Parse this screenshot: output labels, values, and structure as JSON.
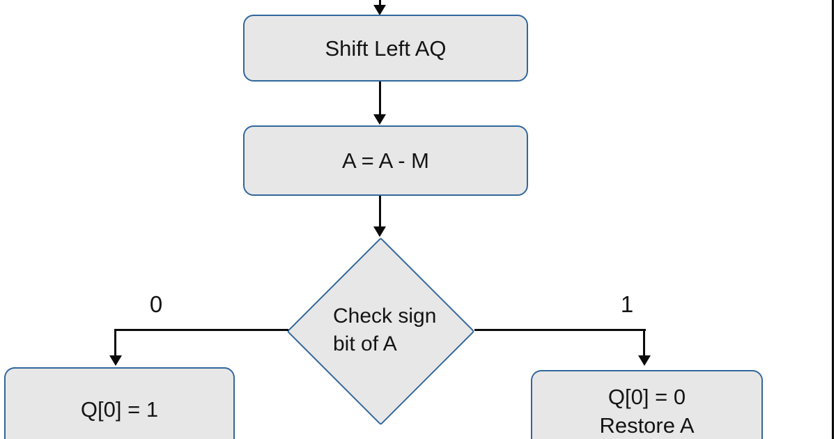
{
  "flowchart": {
    "style": {
      "node_fill": "#e8e7e7",
      "node_border": "#31679c",
      "line_color": "#0a0a0a",
      "text_color": "#141414",
      "frame_line": "#000000",
      "bg": "#ffffff"
    },
    "nodes": {
      "shift_left": {
        "type": "process",
        "label": "Shift Left AQ"
      },
      "subtract": {
        "type": "process",
        "label": "A = A - M"
      },
      "check_sign": {
        "type": "decision",
        "label": "Check sign bit of A",
        "line1": "Check sign",
        "line2": "bit of A"
      },
      "q0_one": {
        "type": "process",
        "label": "Q[0] = 1"
      },
      "q0_zero_restore": {
        "type": "process",
        "label": "Q[0] = 0 Restore A",
        "line1": "Q[0] = 0",
        "line2": "Restore A"
      }
    },
    "branches": {
      "left_label": "0",
      "right_label": "1"
    }
  }
}
